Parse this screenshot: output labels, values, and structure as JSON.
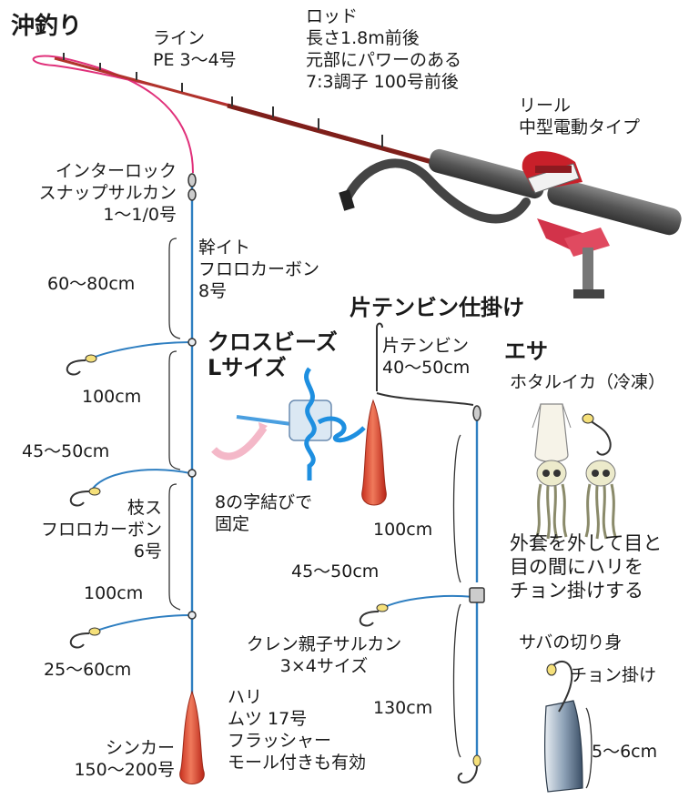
{
  "title": "沖釣り",
  "line": {
    "label": "ライン",
    "spec": "PE 3〜4号"
  },
  "rod": {
    "label": "ロッド",
    "lines": [
      "長さ1.8m前後",
      "元部にパワーのある",
      "7:3調子 100号前後"
    ]
  },
  "reel": {
    "label": "リール",
    "spec": "中型電動タイプ"
  },
  "snap": {
    "lines": [
      "インターロック",
      "スナップサルカン",
      "1〜1/0号"
    ]
  },
  "main_line": {
    "lines": [
      "幹イト",
      "フロロカーボン",
      "8号"
    ]
  },
  "left_rig": {
    "d1": "60〜80cm",
    "d2": "100cm",
    "branch_len": "45〜50cm",
    "branch": {
      "lines": [
        "枝ス",
        "フロロカーボン",
        "6号"
      ]
    },
    "d3": "100cm",
    "bottom_branch": "25〜60cm",
    "sinker": {
      "lines": [
        "シンカー",
        "150〜200号"
      ]
    }
  },
  "beads": {
    "lines": [
      "クロスビーズ",
      "Lサイズ"
    ],
    "note_lines": [
      "8の字結びで",
      "固定"
    ]
  },
  "hook": {
    "lines": [
      "ハリ",
      "ムツ 17号",
      "フラッシャー",
      "モール付きも有効"
    ]
  },
  "right_rig": {
    "title": "片テンビン仕掛け",
    "tenbin": {
      "lines": [
        "片テンビン",
        "40〜50cm"
      ]
    },
    "d1": "100cm",
    "branch_len": "45〜50cm",
    "swivel": {
      "lines": [
        "クレン親子サルカン",
        "3×4サイズ"
      ]
    },
    "d2": "130cm"
  },
  "bait": {
    "title": "エサ",
    "firefly": "ホタルイカ（冷凍）",
    "firefly_note": [
      "外套を外して目と",
      "目の間にハリを",
      "チョン掛けする"
    ],
    "mackerel": "サバの切り身",
    "mackerel_hook": "チョン掛け",
    "mackerel_len": "5〜6cm"
  },
  "colors": {
    "main_line": "#2f7fc1",
    "pe_line": "#e0307a",
    "rod": "#b0332b",
    "sinker": "#d9462c",
    "reel": "#c8202a",
    "text": "#1a1a1a"
  }
}
